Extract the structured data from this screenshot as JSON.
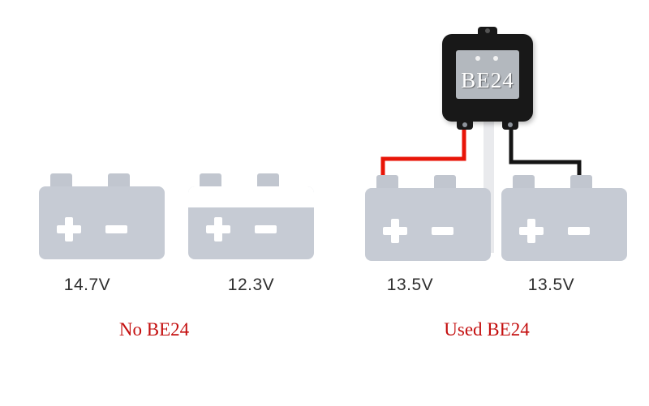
{
  "device": {
    "label": "BE24"
  },
  "batteries": [
    {
      "voltage": "14.7V"
    },
    {
      "voltage": "12.3V"
    },
    {
      "voltage": "13.5V"
    },
    {
      "voltage": "13.5V"
    }
  ],
  "captions": [
    {
      "text": "No BE24"
    },
    {
      "text": "Used BE24"
    }
  ],
  "colors": {
    "battery_gray": "#c6cbd4",
    "terminal_gray": "#c1c6cf",
    "symbol_white": "#ffffff",
    "wire_red": "#e81508",
    "wire_black": "#141414",
    "cable_gray": "#e9eaed",
    "device_black": "#181818",
    "panel_gray": "#b3b8be",
    "caption_red": "#c40f0f",
    "voltage_text": "#2f2f2f"
  }
}
